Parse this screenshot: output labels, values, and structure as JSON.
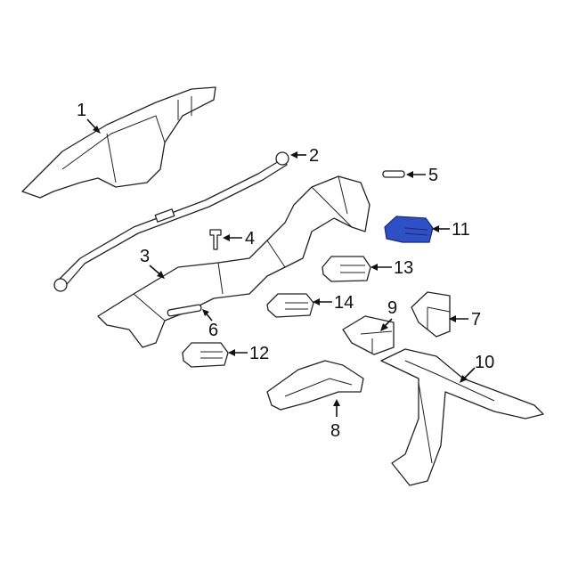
{
  "highlight_color": "#2f50c4",
  "callouts": [
    "1",
    "2",
    "3",
    "4",
    "5",
    "6",
    "7",
    "8",
    "9",
    "10",
    "11",
    "12",
    "13",
    "14"
  ]
}
